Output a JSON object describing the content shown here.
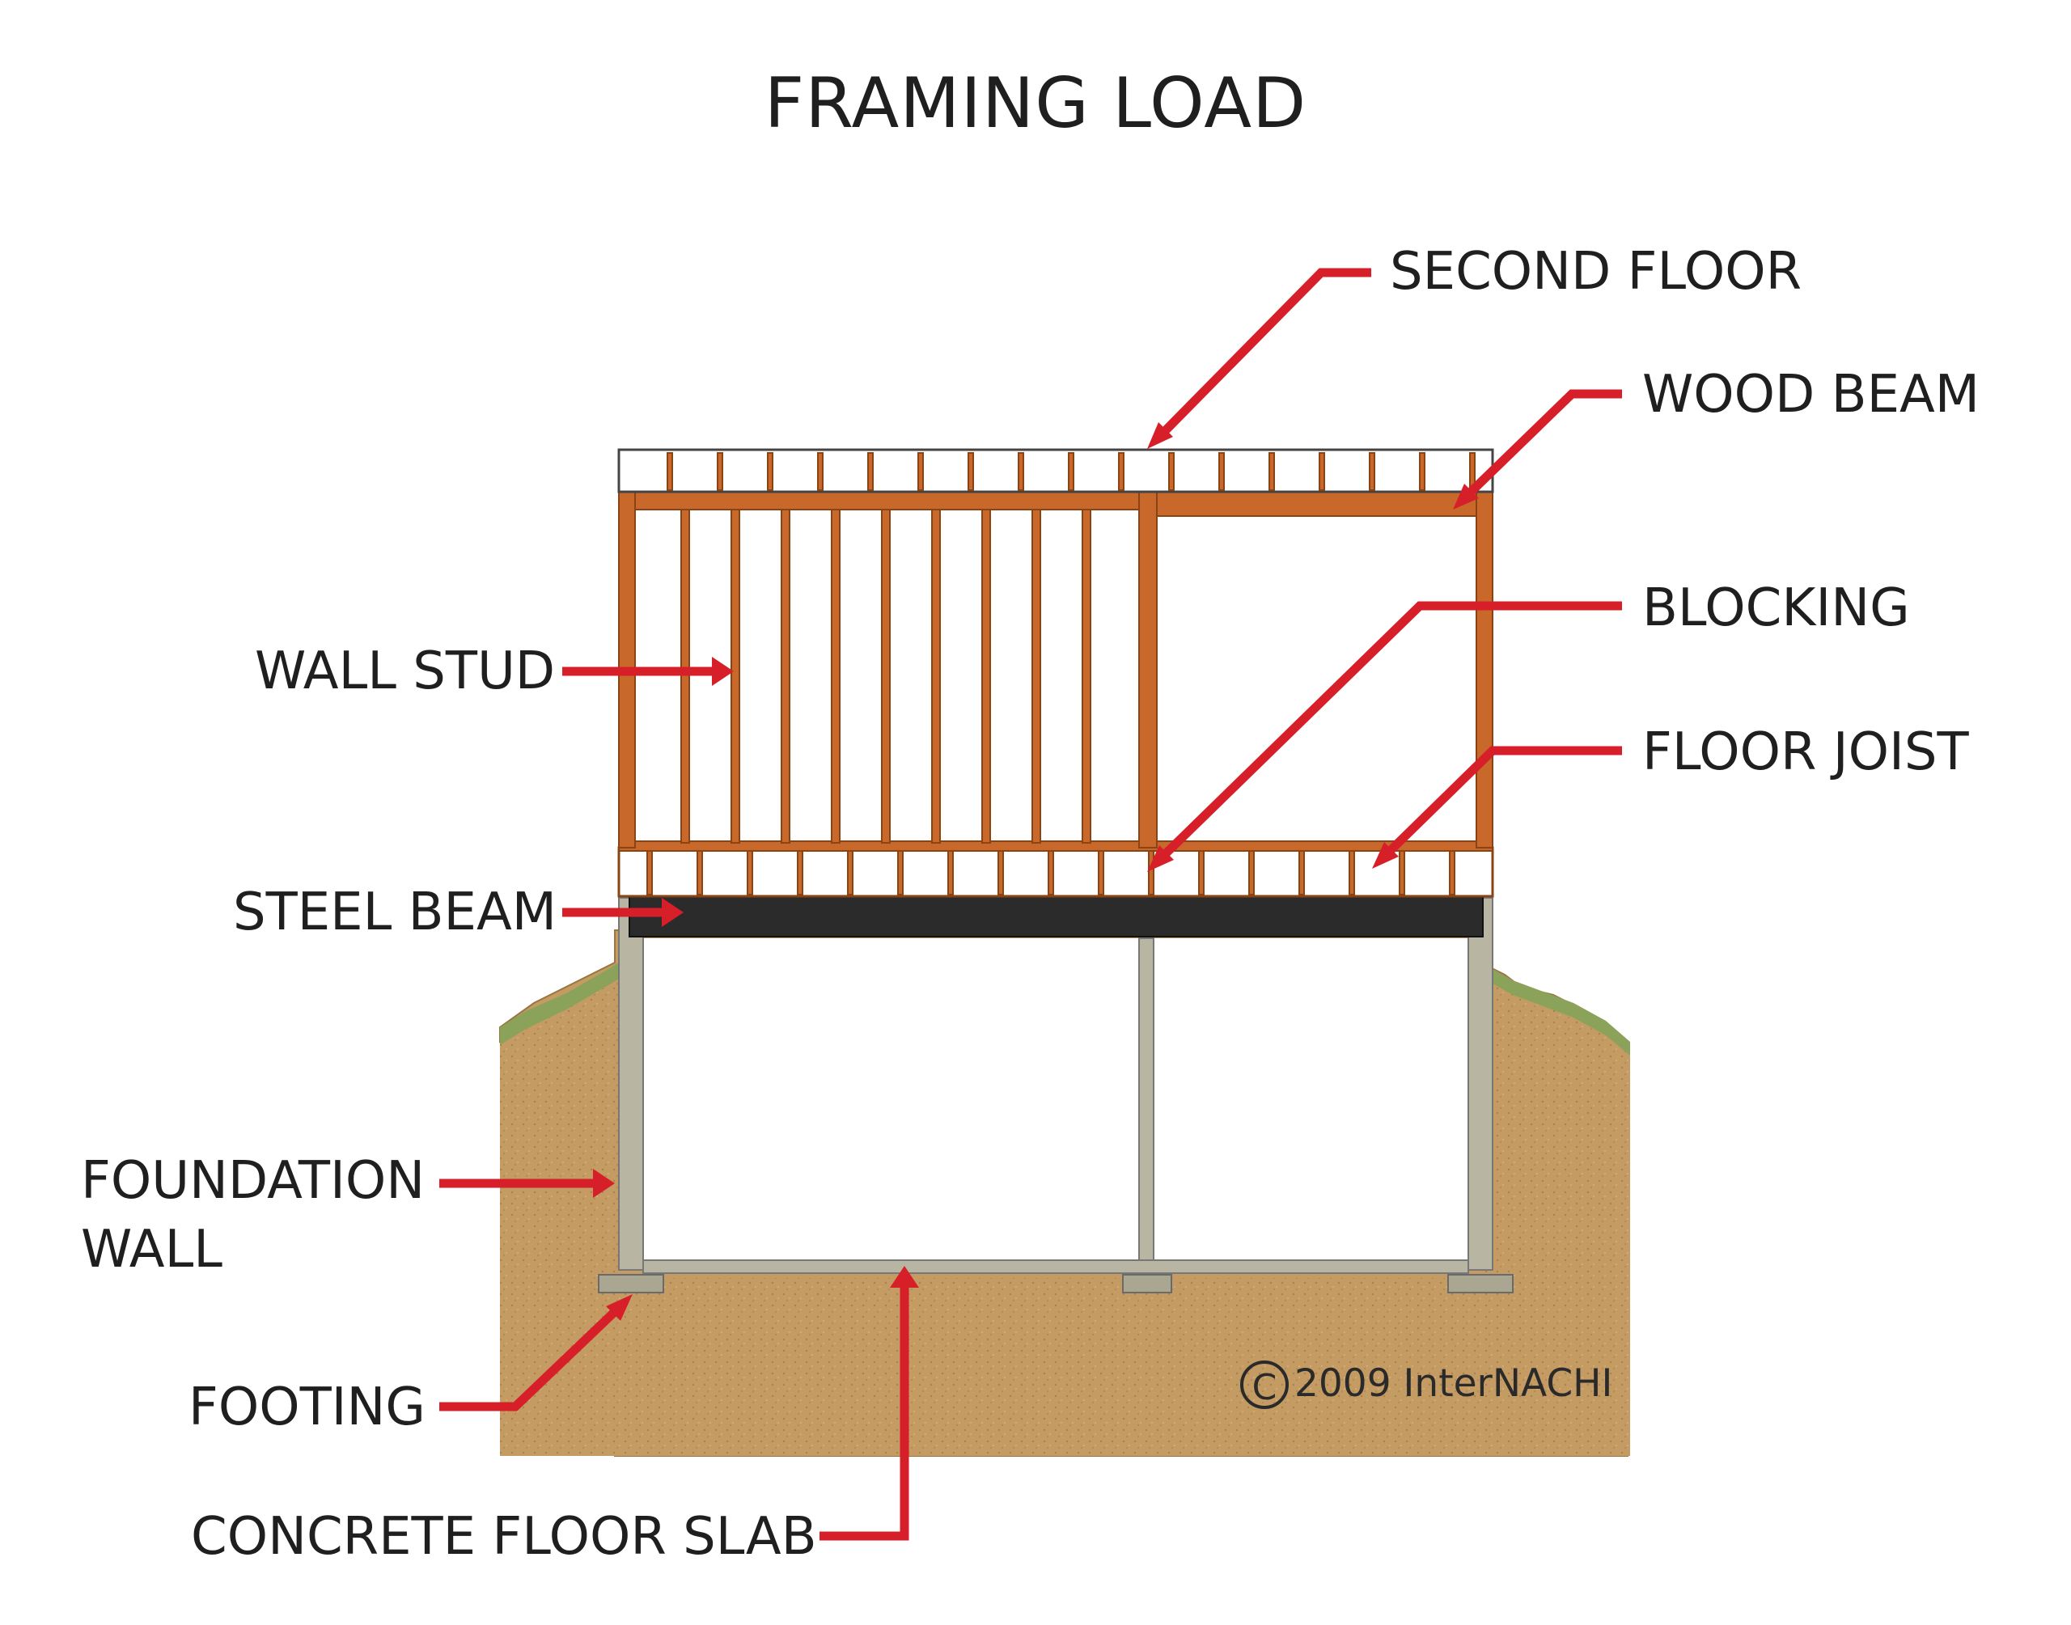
{
  "title": "FRAMING LOAD",
  "labels": {
    "second_floor": "SECOND FLOOR",
    "wood_beam": "WOOD BEAM",
    "blocking": "BLOCKING",
    "floor_joist": "FLOOR JOIST",
    "wall_stud": "WALL STUD",
    "steel_beam": "STEEL BEAM",
    "foundation_wall_line1": "FOUNDATION",
    "foundation_wall_line2": "WALL",
    "footing": "FOOTING",
    "concrete_floor_slab": "CONCRETE FLOOR SLAB"
  },
  "copyright": "2009  InterNACHI",
  "colors": {
    "callout": "#d71f2a",
    "wood": "#c8682a",
    "wood_dark": "#8a4414",
    "steel": "#2b2b2b",
    "concrete": "#b8b5a3",
    "soil": "#c49b62",
    "grass": "#8aa25a",
    "text": "#1f1f1f"
  }
}
